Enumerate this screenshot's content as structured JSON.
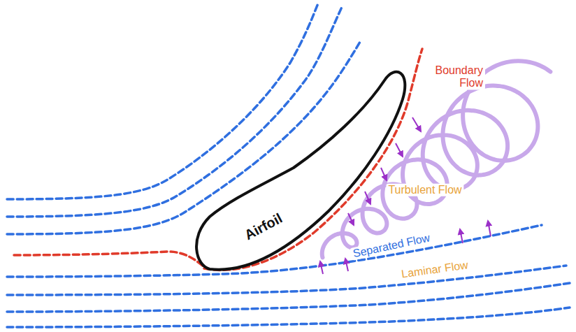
{
  "diagram": {
    "nodes": [
      {
        "text": [
          "Airfoil"
        ]
      }
    ],
    "labels": [
      "Boundary Flow",
      "Turbulent Flow",
      "Separated Flow",
      "Laminar Flow"
    ]
  }
}
